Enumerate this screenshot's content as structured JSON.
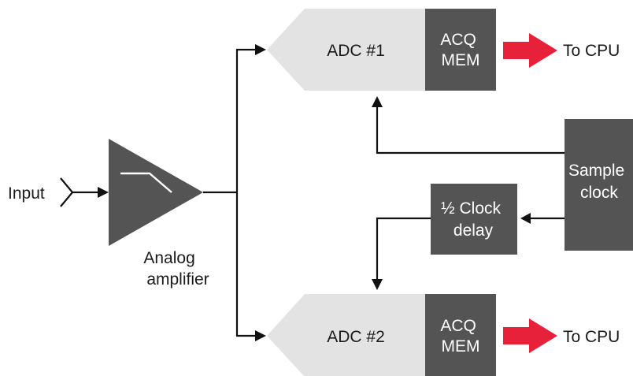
{
  "input_label": "Input",
  "amplifier_label": [
    "Analog",
    "amplifier"
  ],
  "adc1": {
    "label": "ADC #1",
    "mem": [
      "ACQ",
      "MEM"
    ]
  },
  "adc2": {
    "label": "ADC #2",
    "mem": [
      "ACQ",
      "MEM"
    ]
  },
  "output_label": "To CPU",
  "sample_clock": [
    "Sample",
    "clock"
  ],
  "clock_delay": [
    "½ Clock",
    "delay"
  ],
  "colors": {
    "dark_block": "#545454",
    "adc_body": "#e3e3e3",
    "output_arrow": "#e8213a",
    "wire": "#111111"
  }
}
